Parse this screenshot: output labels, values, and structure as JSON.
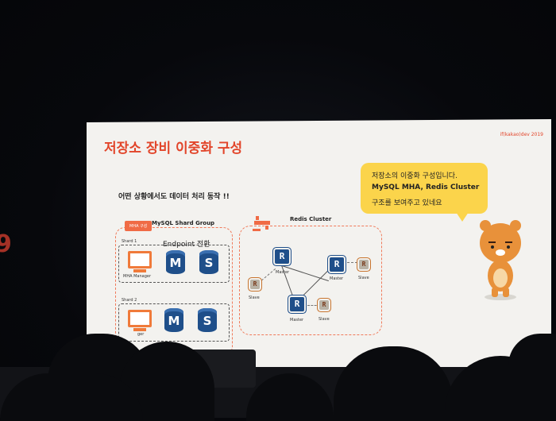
{
  "slide": {
    "title": "저장소 장비 이중화 구성",
    "tag": "if(kakao)dev 2019",
    "subtitle": "어떤 상황에서도 데이터 처리 동작 !!",
    "bubble_lines": [
      "저장소의 이중화 구성입니다.",
      "MySQL MHA, Redis Cluster",
      "구조를 보여주고 있네요"
    ],
    "mysql": {
      "group_title": "MySQL Shard Group",
      "mha_tag": "MHA 구성",
      "endpoint": "Endpoint 전환",
      "shard1": "Shard 1",
      "shard2": "Shard 2",
      "manager_label": "MHA Manager",
      "manager_label_2": "ger",
      "master_letter": "M",
      "slave_letter": "S"
    },
    "redis": {
      "title": "Redis Cluster",
      "chip_letter": "R",
      "master": "Master",
      "slave": "Slave"
    }
  },
  "edge_text": "9",
  "colors": {
    "accent": "#e2452a",
    "db_blue": "#1f4f8a",
    "bubble": "#fbd44b",
    "character": "#e8913a"
  }
}
